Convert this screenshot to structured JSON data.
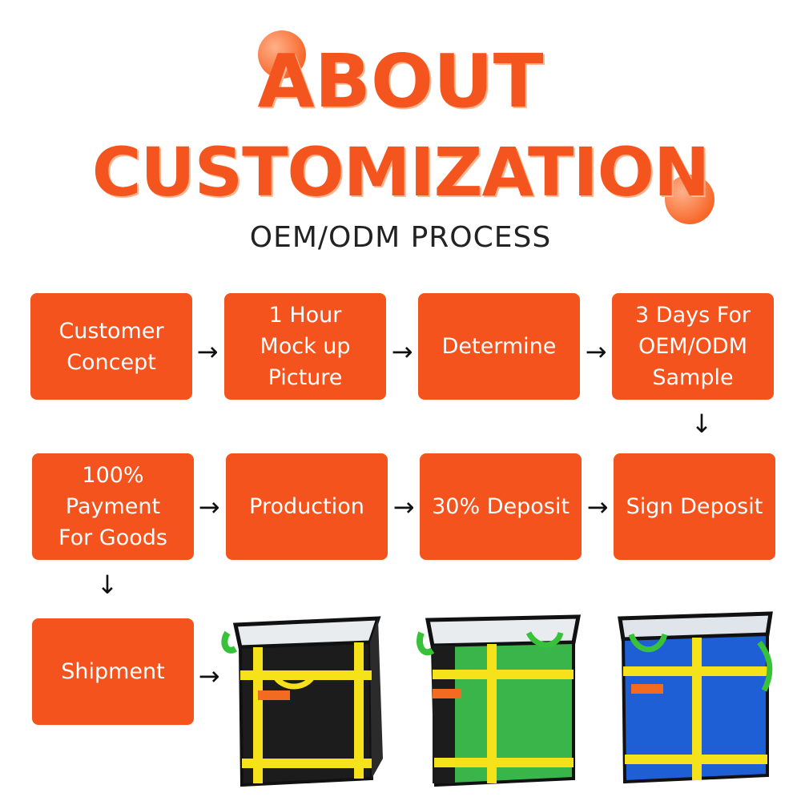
{
  "header": {
    "title_line1": "ABOUT",
    "title_line2": "CUSTOMIZATION",
    "subtitle": "OEM/ODM PROCESS"
  },
  "steps": [
    {
      "label": "Customer\nConcept"
    },
    {
      "label": "1 Hour\nMock up\nPicture"
    },
    {
      "label": "Determine"
    },
    {
      "label": "3 Days For\nOEM/ODM\nSample"
    },
    {
      "label": "Sign Deposit"
    },
    {
      "label": "30% Deposit"
    },
    {
      "label": "Production"
    },
    {
      "label": "100%\nPayment\nFor Goods"
    },
    {
      "label": "Shipment"
    }
  ],
  "arrows": {
    "right": "→",
    "down": "↓"
  },
  "products": [
    {
      "name": "black-storage-bag",
      "body_color": "#1c1c1c",
      "strap_color": "#f5e21a",
      "handle_color": "#37c23a"
    },
    {
      "name": "green-storage-bag",
      "body_color": "#39b54a",
      "strap_color": "#f5e21a",
      "handle_color": "#f5e21a"
    },
    {
      "name": "blue-storage-bag",
      "body_color": "#1f5fd6",
      "strap_color": "#f5e21a",
      "handle_color": "#37c23a"
    }
  ],
  "colors": {
    "accent": "#f4531d",
    "arrow": "#111111"
  }
}
